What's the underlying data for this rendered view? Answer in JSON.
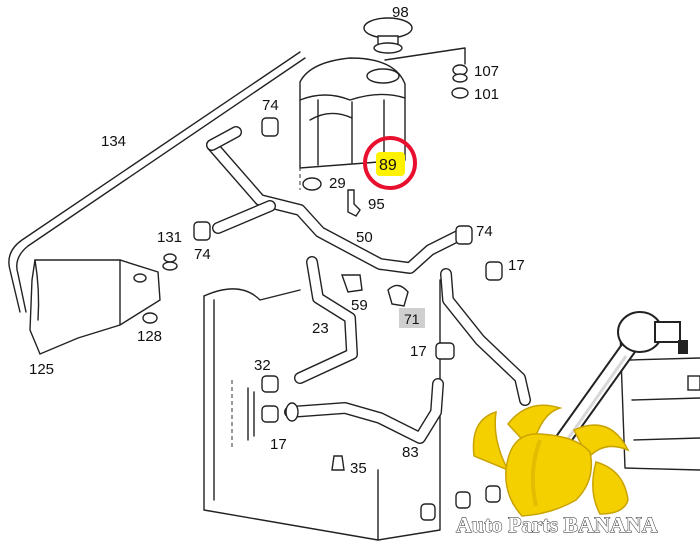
{
  "diagram": {
    "labels": [
      "98",
      "107",
      "101",
      "74",
      "134",
      "89",
      "29",
      "95",
      "131",
      "74",
      "50",
      "74",
      "17",
      "59",
      "71",
      "23",
      "128",
      "125",
      "32",
      "17",
      "17",
      "35",
      "83"
    ],
    "highlight_label": "89",
    "tag_label": "71"
  },
  "brand": {
    "name": "Auto Parts BANANA"
  },
  "colors": {
    "highlight_ring": "#e8102e",
    "highlight_fill": "#fff200",
    "banana": "#f5d000",
    "banana_dark": "#c9a300"
  }
}
